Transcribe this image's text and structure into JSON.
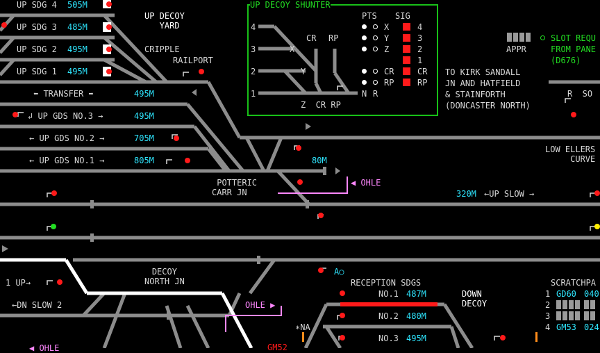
{
  "colors": {
    "background": "#000000",
    "track": "#8c8c8c",
    "track_occupied": "#ff1a1a",
    "track_route": "#ffffff",
    "text": "#d8d8d8",
    "berth": "#2ee6ff",
    "panel_border": "#18c018",
    "ohle": "#ff88ff",
    "signal_red": "#ff1a1a",
    "signal_green": "#22dd22",
    "signal_yellow": "#ffee00"
  },
  "sidings": {
    "up_sdg_4": {
      "label": "UP SDG 4",
      "length": "505M"
    },
    "up_sdg_3": {
      "label": "UP SDG 3",
      "length": "485M"
    },
    "up_sdg_2": {
      "label": "UP SDG 2",
      "length": "495M"
    },
    "up_sdg_1": {
      "label": "UP SDG 1",
      "length": "495M"
    },
    "transfer": {
      "label": "TRANSFER",
      "length": "495M"
    },
    "up_gds_3": {
      "label": "UP GDS NO.3",
      "length": "495M"
    },
    "up_gds_2": {
      "label": "UP GDS NO.2",
      "length": "705M"
    },
    "up_gds_1": {
      "label": "UP GDS NO.1",
      "length": "805M"
    }
  },
  "places": {
    "up_decoy_yard": "UP DECOY\n   YARD",
    "cripple": "CRIPPLE",
    "railport": "RAILPORT",
    "potteric": " POTTERIC\nCARR JN",
    "low_ellers": "LOW ELLERS\n     CURVE",
    "decoy_north": "DECOY\nNORTH JN",
    "reception": "RECEPTION SDGS",
    "down_decoy": "DOWN\nDECOY",
    "kirk_sandall": "TO KIRK SANDALL\nJN AND HATFIELD\n& STAINFORTH\n(DONCASTER NORTH)"
  },
  "shunter": {
    "title": "UP DECOY SHUNTER",
    "pts_header": "PTS",
    "sig_header": "SIG",
    "road_numbers": [
      "4",
      "3",
      "2",
      "1"
    ],
    "pts_rows": [
      "X",
      "Y",
      "Z",
      "CR",
      "RP"
    ],
    "sig_rows": [
      "4",
      "3",
      "2",
      "1",
      "CR",
      "RP"
    ],
    "pt_labels": {
      "x": "X",
      "y": "Y",
      "cr": "CR",
      "rp": "RP",
      "n": "N",
      "r": "R",
      "bottom": "Z  CR RP"
    }
  },
  "slot": {
    "appr": "APPR",
    "line1": "SLOT REQU",
    "line2": "FROM PANE",
    "line3": "(D676)"
  },
  "lines": {
    "up_slow": "UP SLOW",
    "up_slow_len": "320M",
    "m80": "80M",
    "up_1": "1 UP",
    "dn_slow_2": "DN SLOW 2",
    "ohle": "OHLE",
    "na": "NA",
    "gm52": "GM52",
    "ao": "A"
  },
  "reception": {
    "no1": "NO.1",
    "len1": "487M",
    "no2": "NO.2",
    "len2": "480M",
    "no3": "NO.3",
    "len3": "495M"
  },
  "scratchpad": {
    "title": "SCRATCHPA",
    "rows": [
      {
        "n": "1",
        "a": "GD60",
        "b": "040"
      },
      {
        "n": "2",
        "a": "",
        "b": ""
      },
      {
        "n": "3",
        "a": "",
        "b": ""
      },
      {
        "n": "4",
        "a": "GM53",
        "b": "024"
      }
    ]
  },
  "partial": {
    "r_so": "R  SO"
  }
}
